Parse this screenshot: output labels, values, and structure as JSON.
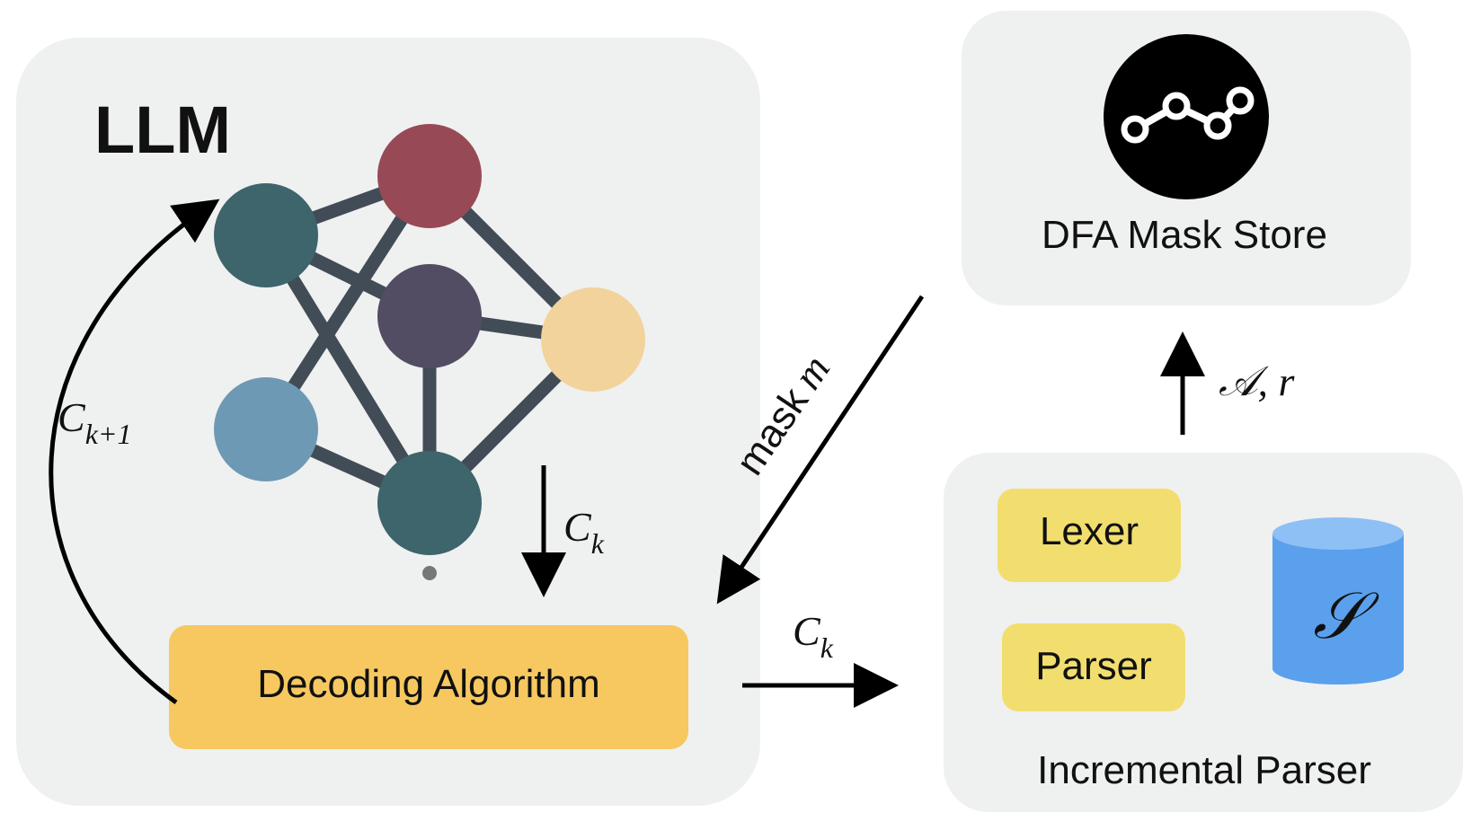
{
  "llm_panel": {
    "title": "LLM"
  },
  "decoding": {
    "label": "Decoding Algorithm"
  },
  "dfa_store": {
    "label": "DFA Mask Store"
  },
  "parser_panel": {
    "title": "Incremental Parser",
    "lexer_label": "Lexer",
    "parser_label": "Parser",
    "stack_symbol": "𝒮"
  },
  "edges": {
    "feedback": {
      "base": "C",
      "sub": "k+1"
    },
    "llm_to_decoding": {
      "base": "C",
      "sub": "k"
    },
    "decoding_to_parser": {
      "base": "C",
      "sub": "k"
    },
    "mask": {
      "word": "mask",
      "var": "m"
    },
    "parser_to_store": {
      "label": "𝒜, r"
    }
  },
  "colors": {
    "panel_bg": "#eff0f0",
    "decoding_box": "#f6c85f",
    "lexer_parser_box": "#f2de6e",
    "cylinder": "#5aa0ed",
    "node_red": "#974a55",
    "node_teal": "#3e646c",
    "node_purple": "#524d62",
    "node_peach": "#f2d39c",
    "node_blue": "#6e99b4",
    "edge": "#424c57"
  },
  "icons": {
    "dfa": "graph-nodes-icon",
    "storage": "database-cylinder-icon"
  }
}
